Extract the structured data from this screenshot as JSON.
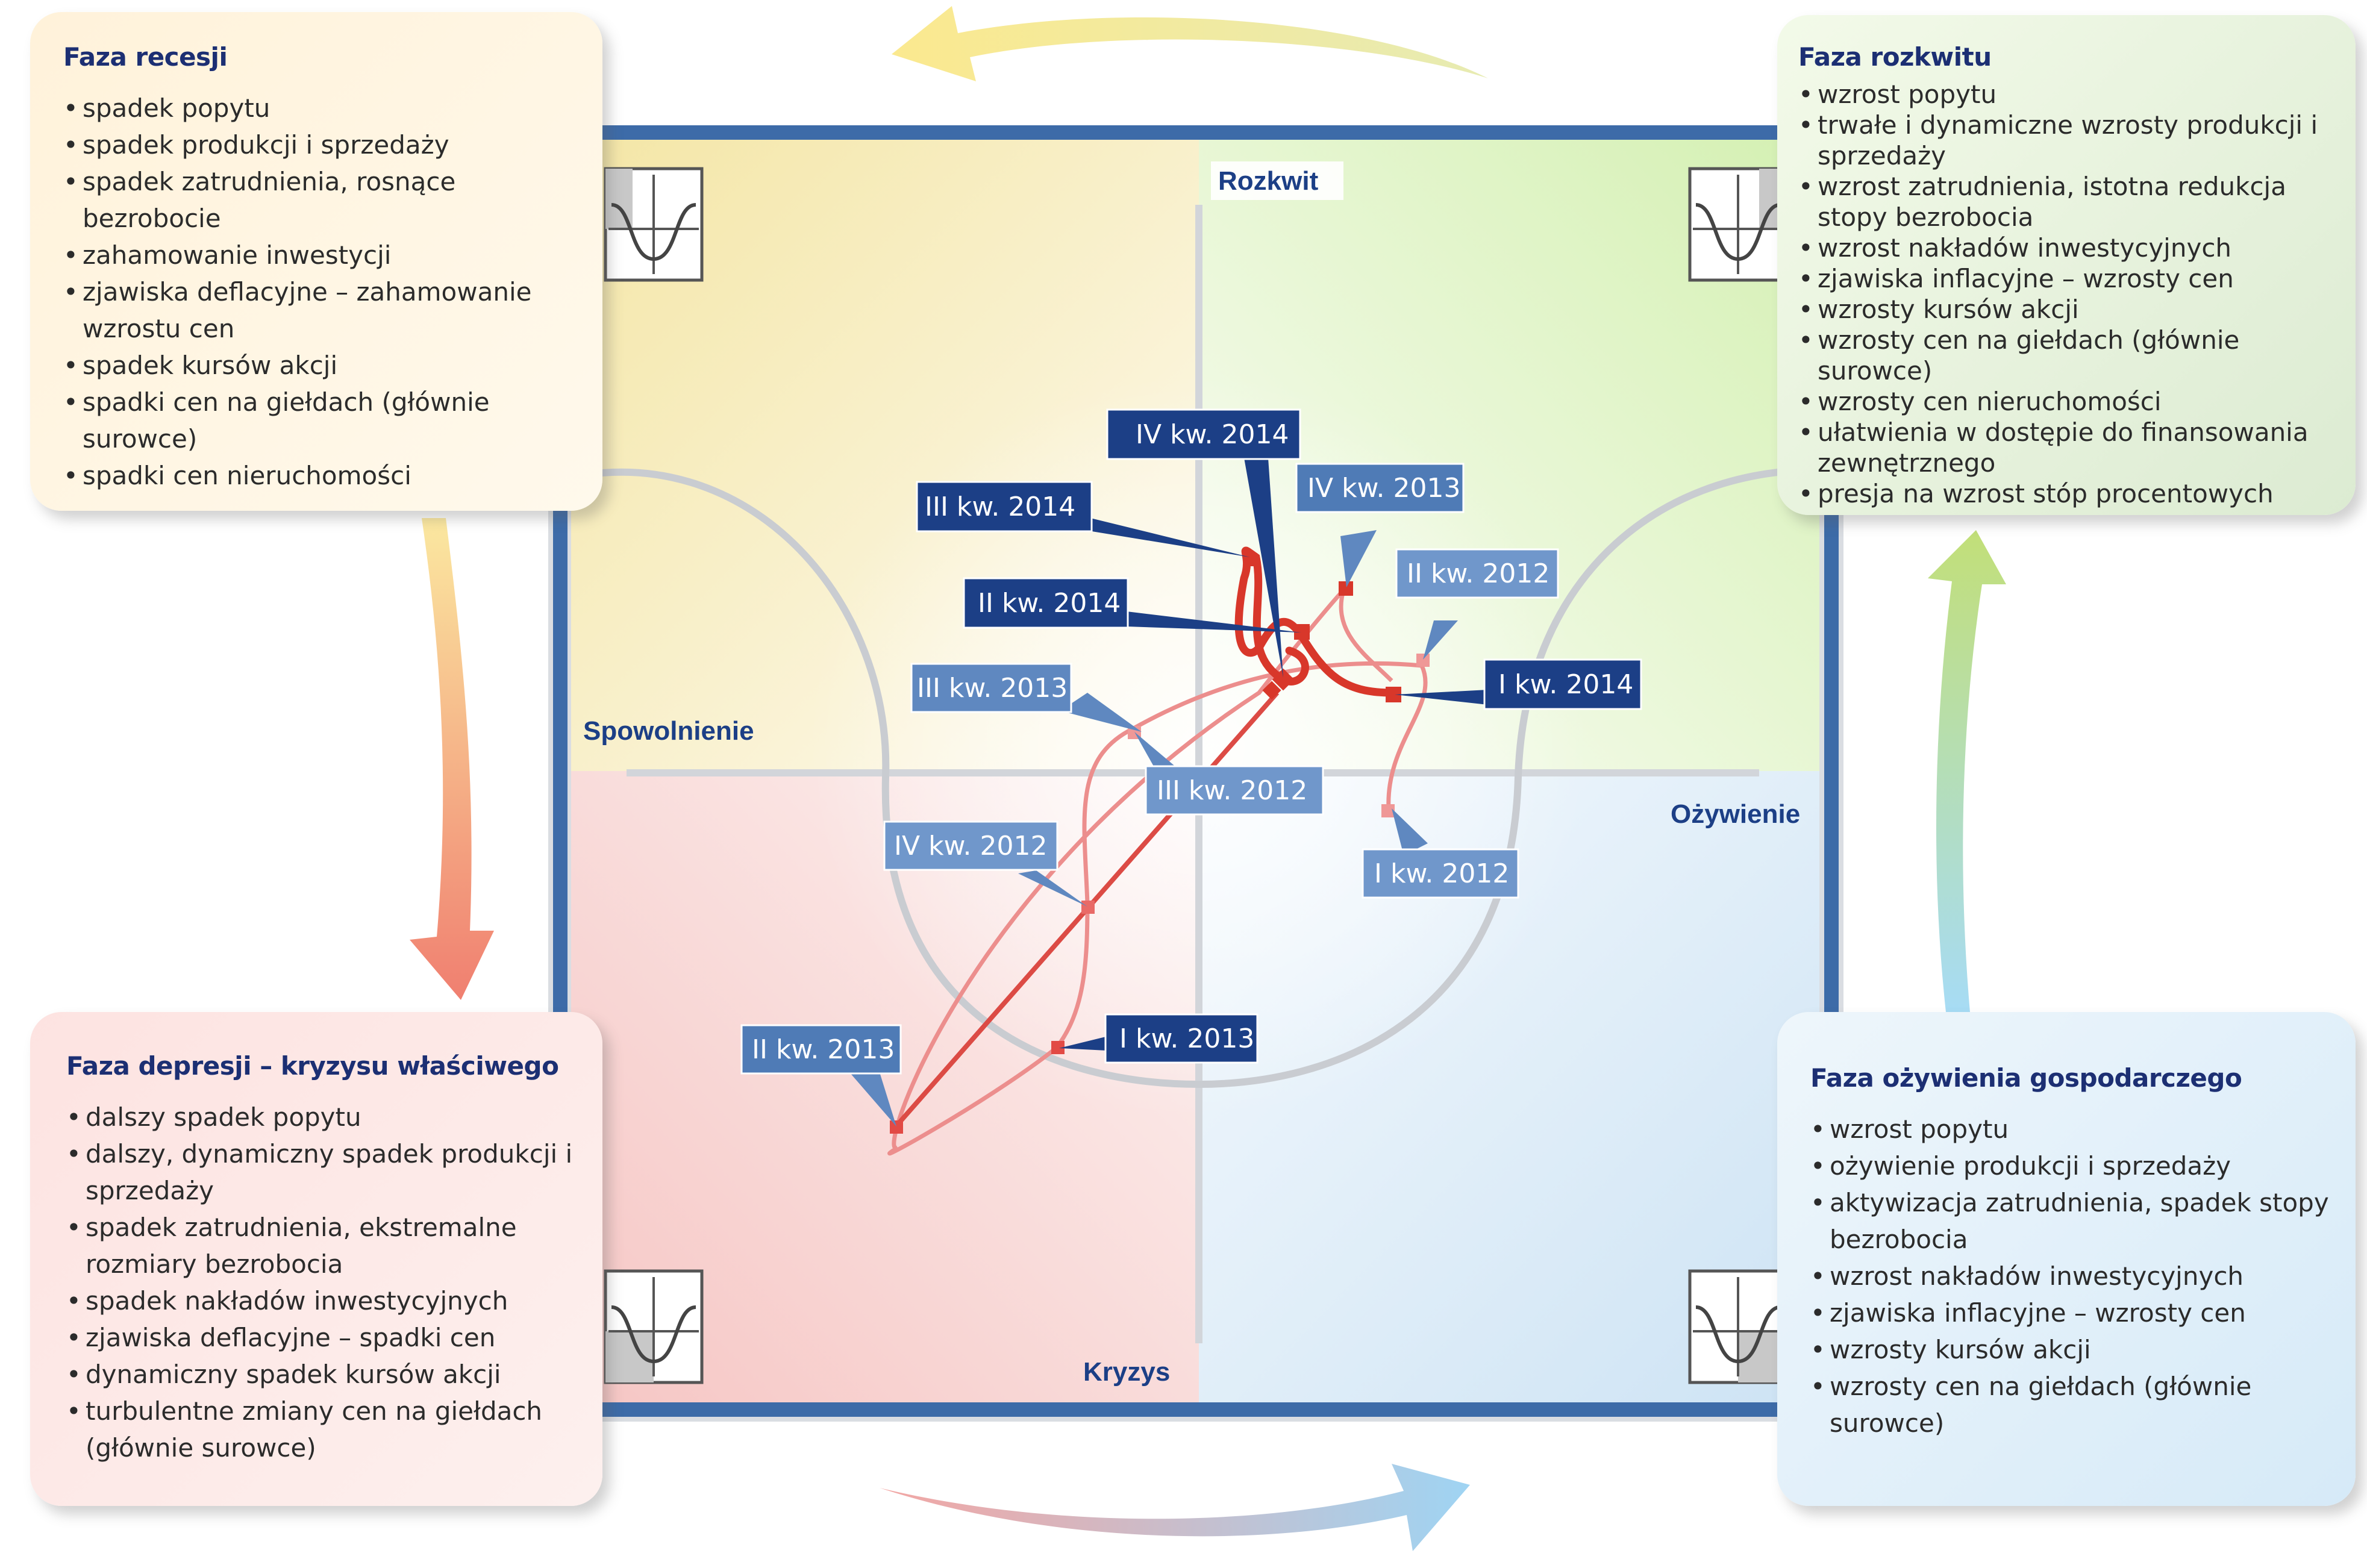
{
  "phases": {
    "recession": {
      "title": "Faza recesji",
      "items": [
        "spadek popytu",
        "spadek produkcji i sprzedaży",
        "spadek zatrudnienia, rosnące bezrobocie",
        "zahamowanie inwestycji",
        "zjawiska deflacyjne – zahamowanie wzrostu cen",
        "spadek kursów akcji",
        "spadki cen na giełdach (głównie surowce)",
        "spadki cen nieruchomości"
      ]
    },
    "boom": {
      "title": "Faza rozkwitu",
      "items": [
        "wzrost popytu",
        "trwałe i dynamiczne wzrosty produkcji i sprzedaży",
        "wzrost zatrudnienia, istotna redukcja stopy bezrobocia",
        "wzrost nakładów inwestycyjnych",
        "zjawiska inflacyjne – wzrosty cen",
        "wzrosty kursów akcji",
        "wzrosty cen na giełdach (głównie surowce)",
        "wzrosty cen nieruchomości",
        "ułatwienia w dostępie do finansowania zewnętrznego",
        "presja na wzrost stóp procentowych"
      ]
    },
    "depression": {
      "title": "Faza depresji – kryzysu właściwego",
      "items": [
        "dalszy spadek popytu",
        "dalszy, dynamiczny spadek produkcji i sprzedaży",
        "spadek zatrudnienia, ekstremalne rozmiary bezrobocia",
        "spadek nakładów inwestycyjnych",
        "zjawiska deflacyjne – spadki cen",
        "dynamiczny spadek kursów akcji",
        "turbulentne zmiany cen na giełdach (głównie surowce)"
      ]
    },
    "recovery": {
      "title": "Faza ożywienia gospodarczego",
      "items": [
        "wzrost popytu",
        "ożywienie produkcji i sprzedaży",
        "aktywizacja zatrudnienia, spadek stopy bezrobocia",
        "wzrost nakładów inwestycyjnych",
        "zjawiska inflacyjne – wzrosty cen",
        "wzrosty kursów akcji",
        "wzrosty cen na giełdach (głównie surowce)"
      ]
    }
  },
  "quadrants": {
    "top_right": "Rozkwit",
    "top_left": "Spowolnienie",
    "bottom_left": "Kryzys",
    "bottom_right": "Ożywienie"
  },
  "quarters": {
    "q1_2012": "I kw. 2012",
    "q2_2012": "II kw. 2012",
    "q3_2012": "III kw. 2012",
    "q4_2012": "IV kw. 2012",
    "q1_2013": "I kw. 2013",
    "q2_2013": "II kw. 2013",
    "q3_2013": "III kw. 2013",
    "q4_2013": "IV kw. 2013",
    "q1_2014": "I kw. 2014",
    "q2_2014": "II kw. 2014",
    "q3_2014": "III kw. 2014",
    "q4_2014": "IV kw. 2014"
  },
  "colors": {
    "frame": "#3d6ba8",
    "label_2014": "#1c3f86",
    "label_older": "#5f88c0",
    "path_2014": "#d8372a",
    "path_older": "#ec8e8d"
  }
}
